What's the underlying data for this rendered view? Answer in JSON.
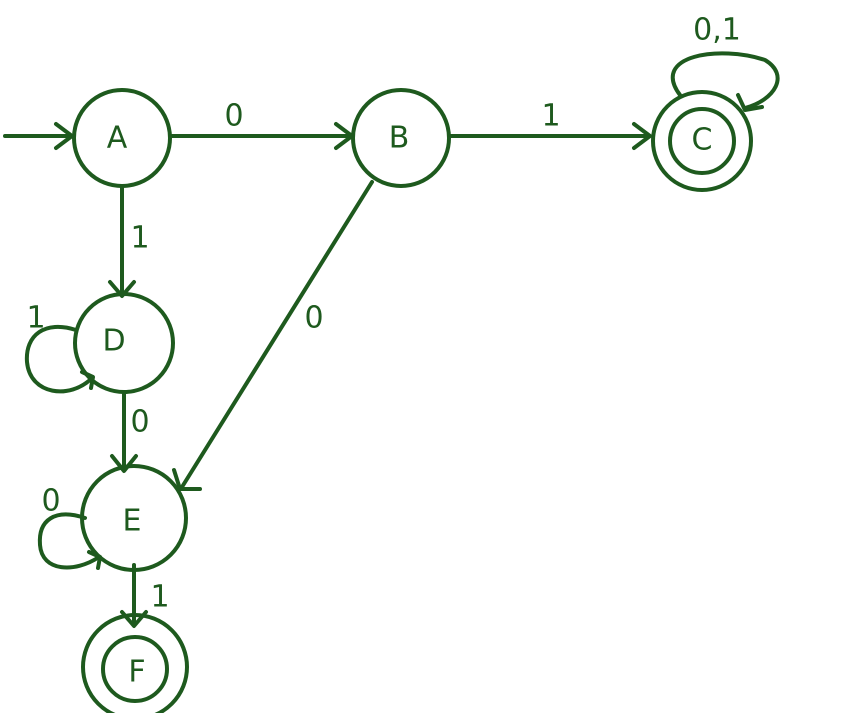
{
  "colors": {
    "ink": "#1e5a1e",
    "background": "#ffffff"
  },
  "states": {
    "A": {
      "label": "A",
      "accepting": false,
      "initial": true
    },
    "B": {
      "label": "B",
      "accepting": false,
      "initial": false
    },
    "C": {
      "label": "C",
      "accepting": true,
      "initial": false
    },
    "D": {
      "label": "D",
      "accepting": false,
      "initial": false
    },
    "E": {
      "label": "E",
      "accepting": false,
      "initial": false
    },
    "F": {
      "label": "F",
      "accepting": true,
      "initial": false
    }
  },
  "transitions": [
    {
      "from": "A",
      "to": "B",
      "label": "0"
    },
    {
      "from": "B",
      "to": "C",
      "label": "1"
    },
    {
      "from": "C",
      "to": "C",
      "label": "0,1"
    },
    {
      "from": "A",
      "to": "D",
      "label": "1"
    },
    {
      "from": "D",
      "to": "D",
      "label": "1"
    },
    {
      "from": "B",
      "to": "E",
      "label": "0"
    },
    {
      "from": "D",
      "to": "E",
      "label": "0"
    },
    {
      "from": "E",
      "to": "E",
      "label": "0"
    },
    {
      "from": "E",
      "to": "F",
      "label": "1"
    }
  ]
}
